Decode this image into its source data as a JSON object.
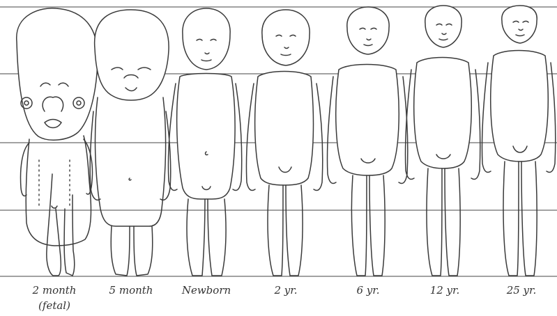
{
  "figures": [
    {
      "label": "2 month",
      "sublabel": "(fetal)"
    },
    {
      "label": "5 month"
    },
    {
      "label": "Newborn"
    },
    {
      "label": "2 yr."
    },
    {
      "label": "6 yr."
    },
    {
      "label": "12 yr."
    },
    {
      "label": "25 yr."
    }
  ]
}
